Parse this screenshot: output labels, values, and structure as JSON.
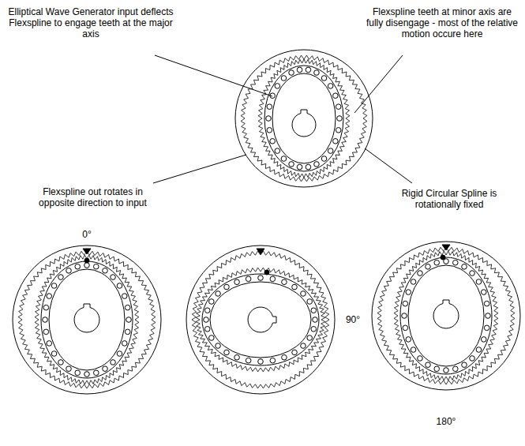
{
  "diagram": {
    "labels": [
      "Elliptical Wave Generator input deflects Flexspline to engage teeth at the major axis",
      "Flexspline teeth at minor axis are fully disengage - most of the relative motion occure here",
      "Flexspline out rotates in opposite direction to input",
      "Rigid Circular Spline is rotationally fixed",
      "0°",
      "90°",
      "180°"
    ]
  }
}
